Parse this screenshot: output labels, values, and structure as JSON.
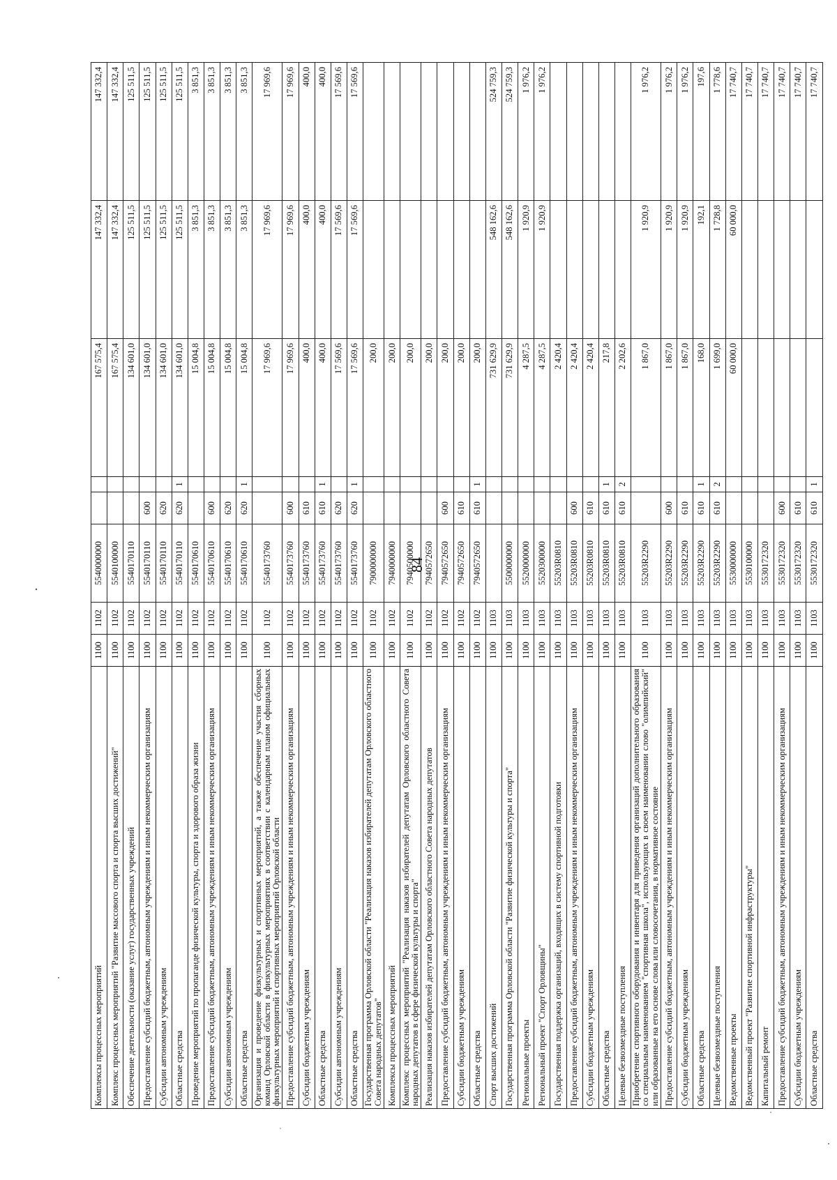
{
  "page": {
    "number": "84"
  },
  "table": {
    "rows": [
      {
        "name": "Комплексы процессных мероприятий",
        "rz": "1100",
        "pr": "1102",
        "csr": "5540000000",
        "vr": "",
        "k": "",
        "v1": "167 575,4",
        "v2": "147 332,4",
        "v3": "147 332,4"
      },
      {
        "name": "Комплекс процессных мероприятий \"Развитие массового спорта и спорта высших достижений\"",
        "rz": "1100",
        "pr": "1102",
        "csr": "5540100000",
        "vr": "",
        "k": "",
        "v1": "167 575,4",
        "v2": "147 332,4",
        "v3": "147 332,4"
      },
      {
        "name": "Обеспечение деятельности (оказание услуг) государственных учреждений",
        "rz": "1100",
        "pr": "1102",
        "csr": "5540170110",
        "vr": "",
        "k": "",
        "v1": "134 601,0",
        "v2": "125 511,5",
        "v3": "125 511,5"
      },
      {
        "name": "Предоставление субсидий бюджетным, автономным учреждениям и иным некоммерческим организациям",
        "rz": "1100",
        "pr": "1102",
        "csr": "5540170110",
        "vr": "600",
        "k": "",
        "v1": "134 601,0",
        "v2": "125 511,5",
        "v3": "125 511,5"
      },
      {
        "name": "Субсидии автономным учреждениям",
        "rz": "1100",
        "pr": "1102",
        "csr": "5540170110",
        "vr": "620",
        "k": "",
        "v1": "134 601,0",
        "v2": "125 511,5",
        "v3": "125 511,5"
      },
      {
        "name": "Областные средства",
        "rz": "1100",
        "pr": "1102",
        "csr": "5540170110",
        "vr": "620",
        "k": "1",
        "v1": "134 601,0",
        "v2": "125 511,5",
        "v3": "125 511,5"
      },
      {
        "name": "Проведение мероприятий по пропаганде физической культуры, спорта и здорового образа жизни",
        "rz": "1100",
        "pr": "1102",
        "csr": "5540170610",
        "vr": "",
        "k": "",
        "v1": "15 004,8",
        "v2": "3 851,3",
        "v3": "3 851,3"
      },
      {
        "name": "Предоставление субсидий бюджетным, автономным учреждениям и иным некоммерческим организациям",
        "rz": "1100",
        "pr": "1102",
        "csr": "5540170610",
        "vr": "600",
        "k": "",
        "v1": "15 004,8",
        "v2": "3 851,3",
        "v3": "3 851,3"
      },
      {
        "name": "Субсидии автономным учреждениям",
        "rz": "1100",
        "pr": "1102",
        "csr": "5540170610",
        "vr": "620",
        "k": "",
        "v1": "15 004,8",
        "v2": "3 851,3",
        "v3": "3 851,3"
      },
      {
        "name": "Областные средства",
        "rz": "1100",
        "pr": "1102",
        "csr": "5540170610",
        "vr": "620",
        "k": "1",
        "v1": "15 004,8",
        "v2": "3 851,3",
        "v3": "3 851,3"
      },
      {
        "name": "Организация и проведение физкультурных и спортивных мероприятий, а также обеспечение участия сборных команд Орловской области в физкультурных мероприятиях в соответствии с календарным планом официальных физкультурных мероприятий и спортивных мероприятий Орловской области",
        "rz": "1100",
        "pr": "1102",
        "csr": "5540173760",
        "vr": "",
        "k": "",
        "v1": "17 969,6",
        "v2": "17 969,6",
        "v3": "17 969,6",
        "h": 3
      },
      {
        "name": "Предоставление субсидий бюджетным, автономным учреждениям и иным некоммерческим организациям",
        "rz": "1100",
        "pr": "1102",
        "csr": "5540173760",
        "vr": "600",
        "k": "",
        "v1": "17 969,6",
        "v2": "17 969,6",
        "v3": "17 969,6"
      },
      {
        "name": "Субсидии бюджетным учреждениям",
        "rz": "1100",
        "pr": "1102",
        "csr": "5540173760",
        "vr": "610",
        "k": "",
        "v1": "400,0",
        "v2": "400,0",
        "v3": "400,0"
      },
      {
        "name": "Областные средства",
        "rz": "1100",
        "pr": "1102",
        "csr": "5540173760",
        "vr": "610",
        "k": "1",
        "v1": "400,0",
        "v2": "400,0",
        "v3": "400,0"
      },
      {
        "name": "Субсидии автономным учреждениям",
        "rz": "1100",
        "pr": "1102",
        "csr": "5540173760",
        "vr": "620",
        "k": "",
        "v1": "17 569,6",
        "v2": "17 569,6",
        "v3": "17 569,6"
      },
      {
        "name": "Областные средства",
        "rz": "1100",
        "pr": "1102",
        "csr": "5540173760",
        "vr": "620",
        "k": "1",
        "v1": "17 569,6",
        "v2": "17 569,6",
        "v3": "17 569,6"
      },
      {
        "name": "Государственная программа Орловской области \"Реализация наказов избирателей депутатам Орловского областного Совета народных депутатов\"",
        "rz": "1100",
        "pr": "1102",
        "csr": "7900000000",
        "vr": "",
        "k": "",
        "v1": "200,0",
        "v2": "",
        "v3": "",
        "h": 2
      },
      {
        "name": "Комплексы процессных мероприятий",
        "rz": "1100",
        "pr": "1102",
        "csr": "7940000000",
        "vr": "",
        "k": "",
        "v1": "200,0",
        "v2": "",
        "v3": ""
      },
      {
        "name": "Комплекс процессных мероприятий \"Реализация наказов избирателей депутатам Орловского областного Совета народных депутатов в сфере физической культуры и спорта\"",
        "rz": "1100",
        "pr": "1102",
        "csr": "7940500000",
        "vr": "",
        "k": "",
        "v1": "200,0",
        "v2": "",
        "v3": "",
        "h": 2
      },
      {
        "name": "Реализация наказов избирателей депутатам Орловского областного Совета народных депутатов",
        "rz": "1100",
        "pr": "1102",
        "csr": "7940572650",
        "vr": "",
        "k": "",
        "v1": "200,0",
        "v2": "",
        "v3": ""
      },
      {
        "name": "Предоставление субсидий бюджетным, автономным учреждениям и иным некоммерческим организациям",
        "rz": "1100",
        "pr": "1102",
        "csr": "7940572650",
        "vr": "600",
        "k": "",
        "v1": "200,0",
        "v2": "",
        "v3": ""
      },
      {
        "name": "Субсидии бюджетным учреждениям",
        "rz": "1100",
        "pr": "1102",
        "csr": "7940572650",
        "vr": "610",
        "k": "",
        "v1": "200,0",
        "v2": "",
        "v3": ""
      },
      {
        "name": "Областные средства",
        "rz": "1100",
        "pr": "1102",
        "csr": "7940572650",
        "vr": "610",
        "k": "1",
        "v1": "200,0",
        "v2": "",
        "v3": ""
      },
      {
        "name": "Спорт высших достижений",
        "rz": "1100",
        "pr": "1103",
        "csr": "",
        "vr": "",
        "k": "",
        "v1": "731 629,9",
        "v2": "548 162,6",
        "v3": "524 759,3"
      },
      {
        "name": "Государственная программа Орловской области \"Развитие физической культуры и спорта\"",
        "rz": "1100",
        "pr": "1103",
        "csr": "5500000000",
        "vr": "",
        "k": "",
        "v1": "731 629,9",
        "v2": "548 162,6",
        "v3": "524 759,3"
      },
      {
        "name": "Региональные проекты",
        "rz": "1100",
        "pr": "1103",
        "csr": "5520000000",
        "vr": "",
        "k": "",
        "v1": "4 287,5",
        "v2": "1 920,9",
        "v3": "1 976,2"
      },
      {
        "name": "Региональный проект \"Спорт Орловщины\"",
        "rz": "1100",
        "pr": "1103",
        "csr": "5520300000",
        "vr": "",
        "k": "",
        "v1": "4 287,5",
        "v2": "1 920,9",
        "v3": "1 976,2"
      },
      {
        "name": "Государственная поддержка организаций, входящих в систему спортивной подготовки",
        "rz": "1100",
        "pr": "1103",
        "csr": "55203R0810",
        "vr": "",
        "k": "",
        "v1": "2 420,4",
        "v2": "",
        "v3": ""
      },
      {
        "name": "Предоставление субсидий бюджетным, автономным учреждениям и иным некоммерческим организациям",
        "rz": "1100",
        "pr": "1103",
        "csr": "55203R0810",
        "vr": "600",
        "k": "",
        "v1": "2 420,4",
        "v2": "",
        "v3": ""
      },
      {
        "name": "Субсидии бюджетным учреждениям",
        "rz": "1100",
        "pr": "1103",
        "csr": "55203R0810",
        "vr": "610",
        "k": "",
        "v1": "2 420,4",
        "v2": "",
        "v3": ""
      },
      {
        "name": "Областные средства",
        "rz": "1100",
        "pr": "1103",
        "csr": "55203R0810",
        "vr": "610",
        "k": "1",
        "v1": "217,8",
        "v2": "",
        "v3": ""
      },
      {
        "name": "Целевые безвозмездные поступления",
        "rz": "1100",
        "pr": "1103",
        "csr": "55203R0810",
        "vr": "610",
        "k": "2",
        "v1": "2 202,6",
        "v2": "",
        "v3": ""
      },
      {
        "name": "Приобретение спортивного оборудования и инвентаря для приведения организаций дополнительного образования со специальным наименованием \"спортивная школа\", использующих в своем наименовании слово \"олимпийский\" или образованные на его основе слова или словосочетания, в нормативное состояние",
        "rz": "1100",
        "pr": "1103",
        "csr": "55203R2290",
        "vr": "",
        "k": "",
        "v1": "1 867,0",
        "v2": "1 920,9",
        "v3": "1 976,2",
        "h": 3
      },
      {
        "name": "Предоставление субсидий бюджетным, автономным учреждениям и иным некоммерческим организациям",
        "rz": "1100",
        "pr": "1103",
        "csr": "55203R2290",
        "vr": "600",
        "k": "",
        "v1": "1 867,0",
        "v2": "1 920,9",
        "v3": "1 976,2"
      },
      {
        "name": "Субсидии бюджетным учреждениям",
        "rz": "1100",
        "pr": "1103",
        "csr": "55203R2290",
        "vr": "610",
        "k": "",
        "v1": "1 867,0",
        "v2": "1 920,9",
        "v3": "1 976,2"
      },
      {
        "name": "Областные средства",
        "rz": "1100",
        "pr": "1103",
        "csr": "55203R2290",
        "vr": "610",
        "k": "1",
        "v1": "168,0",
        "v2": "192,1",
        "v3": "197,6"
      },
      {
        "name": "Целевые безвозмездные поступления",
        "rz": "1100",
        "pr": "1103",
        "csr": "55203R2290",
        "vr": "610",
        "k": "2",
        "v1": "1 699,0",
        "v2": "1 728,8",
        "v3": "1 778,6"
      },
      {
        "name": "Ведомственные проекты",
        "rz": "1100",
        "pr": "1103",
        "csr": "5530000000",
        "vr": "",
        "k": "",
        "v1": "60 000,0",
        "v2": "60 000,0",
        "v3": "17 740,7"
      },
      {
        "name": "Ведомственный проект \"Развитие спортивной инфраструктуры\"",
        "rz": "1100",
        "pr": "1103",
        "csr": "5530100000",
        "vr": "",
        "k": "",
        "v1": "",
        "v2": "",
        "v3": "17 740,7"
      },
      {
        "name": "Капитальный ремонт",
        "rz": "1100",
        "pr": "1103",
        "csr": "5530172320",
        "vr": "",
        "k": "",
        "v1": "",
        "v2": "",
        "v3": "17 740,7"
      },
      {
        "name": "Предоставление субсидий бюджетным, автономным учреждениям и иным некоммерческим организациям",
        "rz": "1100",
        "pr": "1103",
        "csr": "5530172320",
        "vr": "600",
        "k": "",
        "v1": "",
        "v2": "",
        "v3": "17 740,7"
      },
      {
        "name": "Субсидии бюджетным учреждениям",
        "rz": "1100",
        "pr": "1103",
        "csr": "5530172320",
        "vr": "610",
        "k": "",
        "v1": "",
        "v2": "",
        "v3": "17 740,7"
      },
      {
        "name": "Областные средства",
        "rz": "1100",
        "pr": "1103",
        "csr": "5530172320",
        "vr": "610",
        "k": "1",
        "v1": "",
        "v2": "",
        "v3": "17 740,7"
      }
    ]
  }
}
